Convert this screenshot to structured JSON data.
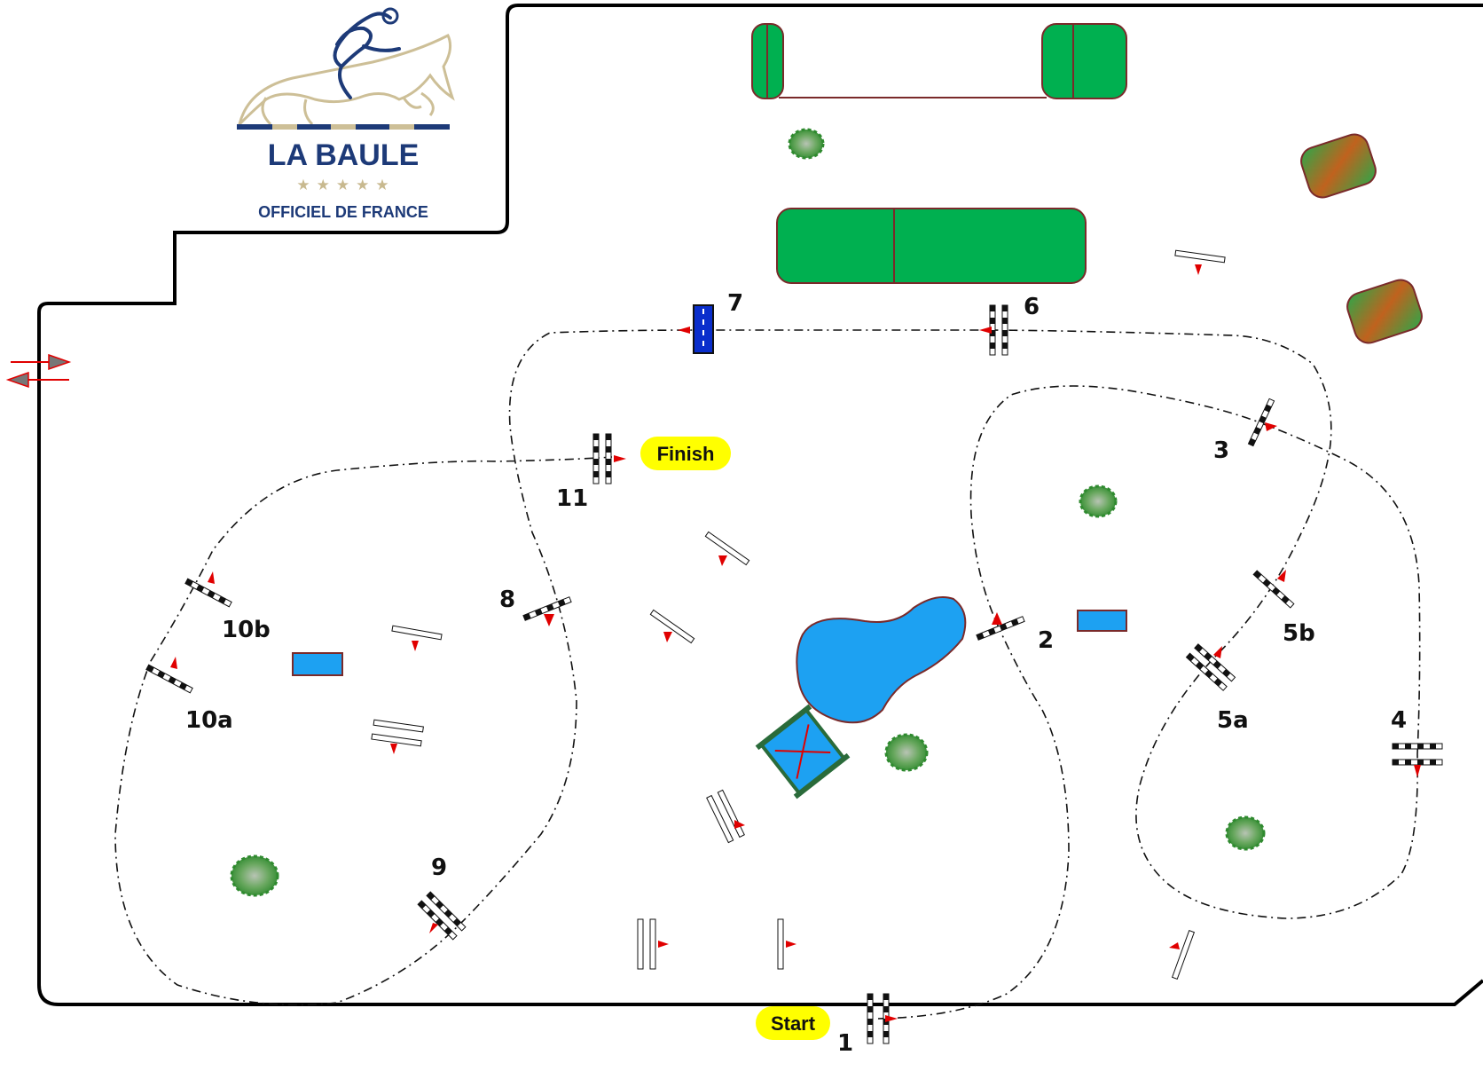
{
  "logo": {
    "title": "LA BAULE",
    "stars": "★★★★★",
    "subtitle": "OFFICIEL DE FRANCE"
  },
  "markers": {
    "start": "Start",
    "finish": "Finish"
  },
  "fences": [
    {
      "id": "1",
      "label": "1"
    },
    {
      "id": "2",
      "label": "2"
    },
    {
      "id": "3",
      "label": "3"
    },
    {
      "id": "4",
      "label": "4"
    },
    {
      "id": "5a",
      "label": "5a"
    },
    {
      "id": "5b",
      "label": "5b"
    },
    {
      "id": "6",
      "label": "6"
    },
    {
      "id": "7",
      "label": "7"
    },
    {
      "id": "8",
      "label": "8"
    },
    {
      "id": "9",
      "label": "9"
    },
    {
      "id": "10a",
      "label": "10a"
    },
    {
      "id": "10b",
      "label": "10b"
    },
    {
      "id": "11",
      "label": "11"
    }
  ],
  "colors": {
    "water": "#1da1f2",
    "hedge": "#00b050",
    "path_arrow": "#e00000",
    "marker": "#ffff00",
    "fence_7": "#0a2ecc"
  }
}
